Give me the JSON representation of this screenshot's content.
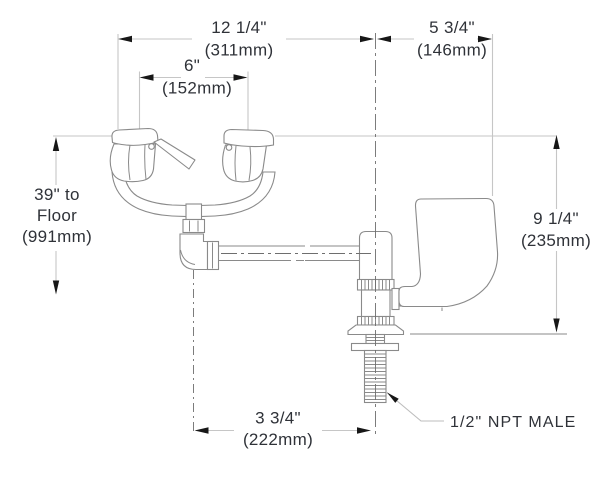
{
  "diagram": {
    "colors": {
      "outline": "#8a8a8a",
      "dimension_line": "#c6c6c6",
      "centerline": "#6e6e6e",
      "arrowhead": "#171717",
      "text": "#2f3238",
      "background": "#ffffff"
    },
    "dimensions": {
      "total_width": {
        "inches": "12 1/4\"",
        "mm": "(311mm)"
      },
      "head_spacing": {
        "inches": "6\"",
        "mm": "(152mm)"
      },
      "handle_offset": {
        "inches": "5 3/4\"",
        "mm": "(146mm)"
      },
      "mounting_height": {
        "line1": "39\" to",
        "line2": "Floor",
        "line3": "(991mm)"
      },
      "fixture_height": {
        "inches": "9 1/4\"",
        "mm": "(235mm)"
      },
      "supply_offset": {
        "inches": "3 3/4\"",
        "mm": "(222mm)"
      }
    },
    "callouts": {
      "inlet_thread": "1/2\" NPT MALE"
    }
  }
}
